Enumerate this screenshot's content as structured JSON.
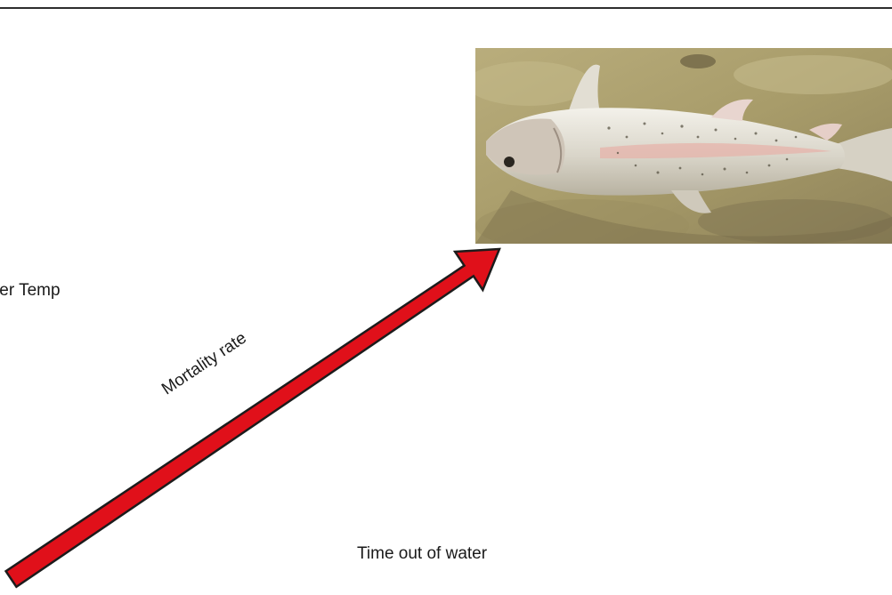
{
  "labels": {
    "y_axis": "ter Temp",
    "x_axis": "Time out of water",
    "diagonal": "Mortality rate"
  },
  "icons": {
    "arrow": "trend-arrow-icon",
    "photo": "trout-photo"
  },
  "colors": {
    "arrow_fill": "#e0101a",
    "arrow_outline": "#1c1c1c",
    "rule": "#2e2e2e"
  }
}
